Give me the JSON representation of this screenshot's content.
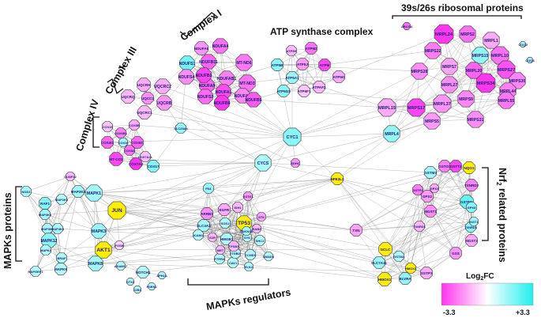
{
  "clusters": {
    "complex_i": "Complex I",
    "complex_iii": "Complex III",
    "complex_iv": "Complex IV",
    "atp_synthase": "ATP synthase complex",
    "ribosomal": "39s/26s ribosomal proteins",
    "mapks_proteins": "MAPKs proteins",
    "mapks_regulators": "MAPKs regulators",
    "nrf2_prefix": "Nrf",
    "nrf2_sub": "2",
    "nrf2_suffix": " related proteins"
  },
  "legend": {
    "title": "Log",
    "title_sub": "2",
    "title_suffix": "FC",
    "min_label": "-3.3",
    "max_label": "+3.3",
    "color_low": "#ff33ee",
    "color_mid": "#ffffff",
    "color_high": "#22eeee"
  },
  "nodes": [
    {
      "id": "NDUFA4",
      "fc": -2.0
    },
    {
      "id": "NDUFA6",
      "fc": -1.5
    },
    {
      "id": "NDUFB11",
      "fc": -2.2
    },
    {
      "id": "NDUFAB1",
      "fc": -1.8
    },
    {
      "id": "MT-ND6",
      "fc": -1.9
    },
    {
      "id": "NDUFS1",
      "fc": 1.8
    },
    {
      "id": "NDUFA1",
      "fc": -2.5
    },
    {
      "id": "NDUFS4",
      "fc": -1.6
    },
    {
      "id": "NDUFA9",
      "fc": -2.2
    },
    {
      "id": "NDUFB3",
      "fc": -2.6
    },
    {
      "id": "MT-ND3",
      "fc": -2.0
    },
    {
      "id": "NDUFA5",
      "fc": -1.7
    },
    {
      "id": "NDUFS2",
      "fc": -2.1
    },
    {
      "id": "NDUFB8",
      "fc": -2.8
    },
    {
      "id": "NDUFB5",
      "fc": -2.3
    },
    {
      "id": "ATP5H",
      "fc": -1.0
    },
    {
      "id": "ATP5D",
      "fc": -2.0
    },
    {
      "id": "ATP5I",
      "fc": -2.6
    },
    {
      "id": "ATP5B",
      "fc": 1.5
    },
    {
      "id": "ATP5A1",
      "fc": 1.3
    },
    {
      "id": "ATP5O",
      "fc": -1.2
    },
    {
      "id": "ATPAF2",
      "fc": -1.0
    },
    {
      "id": "ATP5J",
      "fc": -1.4
    },
    {
      "id": "ATP5G3",
      "fc": 1.5
    },
    {
      "id": "ATP5F1",
      "fc": -0.8
    },
    {
      "id": "UQCRH",
      "fc": -1.2
    },
    {
      "id": "UQCRQ",
      "fc": -1.0
    },
    {
      "id": "UQCRC2",
      "fc": -1.2
    },
    {
      "id": "UQCC2",
      "fc": -1.6
    },
    {
      "id": "UQCRB",
      "fc": -1.5
    },
    {
      "id": "UQCRC1",
      "fc": -1.0
    },
    {
      "id": "SLC25A4",
      "fc": 1.4
    },
    {
      "id": "COX15",
      "fc": -0.8
    },
    {
      "id": "COX6B1",
      "fc": -1.8
    },
    {
      "id": "COX5B",
      "fc": -1.2
    },
    {
      "id": "COX4I1",
      "fc": -2.2
    },
    {
      "id": "COX16",
      "fc": 1.2
    },
    {
      "id": "COX6C",
      "fc": -2.2
    },
    {
      "id": "COX8A",
      "fc": -2.0
    },
    {
      "id": "COX7A2L",
      "fc": -0.9
    },
    {
      "id": "MT-CO2",
      "fc": -2.6
    },
    {
      "id": "COX7A2",
      "fc": -2.9
    },
    {
      "id": "COX17",
      "fc": 1.6
    },
    {
      "id": "CYC1",
      "fc": 1.5
    },
    {
      "id": "CYCS",
      "fc": 1.1
    },
    {
      "id": "SDHC",
      "fc": -1.5
    },
    {
      "id": "MRPL24",
      "fc": -2.8
    },
    {
      "id": "MRPS2",
      "fc": -2.0
    },
    {
      "id": "MRPL1",
      "fc": -1.2
    },
    {
      "id": "MRPS22",
      "fc": -1.8
    },
    {
      "id": "MRPL10",
      "fc": -2.0
    },
    {
      "id": "MRPS7",
      "fc": -1.3
    },
    {
      "id": "MRPS15",
      "fc": 1.4
    },
    {
      "id": "MRPS27",
      "fc": -2.4
    },
    {
      "id": "MRPS28",
      "fc": -1.6
    },
    {
      "id": "MRPL20",
      "fc": -2.2
    },
    {
      "id": "MRPS34",
      "fc": -2.8
    },
    {
      "id": "MRPS30",
      "fc": -1.7
    },
    {
      "id": "MRPL27",
      "fc": -1.6
    },
    {
      "id": "MRPL44",
      "fc": -1.8
    },
    {
      "id": "MRPL37",
      "fc": -1.5
    },
    {
      "id": "MRPS9",
      "fc": -1.7
    },
    {
      "id": "MRPL15",
      "fc": -1.2
    },
    {
      "id": "MRPL55",
      "fc": -1.9
    },
    {
      "id": "MRPS17",
      "fc": -2.6
    },
    {
      "id": "MRPS5",
      "fc": -1.4
    },
    {
      "id": "MRPS31",
      "fc": -1.6
    },
    {
      "id": "MRPL4",
      "fc": 1.4
    },
    {
      "id": "ABCG4",
      "fc": -2.0
    },
    {
      "id": "COQ9",
      "fc": 1.0
    },
    {
      "id": "COQ6",
      "fc": 1.2
    },
    {
      "id": "NFE2L2",
      "fc": 0,
      "hl": true
    },
    {
      "id": "NQO1",
      "fc": 0,
      "hl": true
    },
    {
      "id": "GCLC",
      "fc": 0,
      "hl": true
    },
    {
      "id": "HMOX1",
      "fc": 0,
      "hl": true
    },
    {
      "id": "HMOX2",
      "fc": 0,
      "hl": true
    },
    {
      "id": "GSTM3",
      "fc": 1.2
    },
    {
      "id": "GSTO1",
      "fc": -1.8
    },
    {
      "id": "GSTT2",
      "fc": -2.6
    },
    {
      "id": "TXNRD2",
      "fc": -1.8
    },
    {
      "id": "GSTM1",
      "fc": 2.0
    },
    {
      "id": "GPX2",
      "fc": -1.4
    },
    {
      "id": "GPX8",
      "fc": 1.5
    },
    {
      "id": "TXNRD1",
      "fc": -1.0
    },
    {
      "id": "MGST1",
      "fc": -1.6
    },
    {
      "id": "TXNRD3",
      "fc": 1.5
    },
    {
      "id": "MGST2",
      "fc": -1.2
    },
    {
      "id": "GSS",
      "fc": -1.5
    },
    {
      "id": "GSTP1",
      "fc": -1.2
    },
    {
      "id": "TXN",
      "fc": -1.3
    },
    {
      "id": "SLC7A11",
      "fc": 1.3
    },
    {
      "id": "GSTM4",
      "fc": 1.0
    },
    {
      "id": "BLVRA",
      "fc": 1.4
    },
    {
      "id": "GGT1",
      "fc": 1.2
    },
    {
      "id": "GSTP2",
      "fc": -1.8
    },
    {
      "id": "GPX3",
      "fc": -1.2
    },
    {
      "id": "JUN",
      "fc": 0,
      "hl": true
    },
    {
      "id": "AKT1",
      "fc": 0,
      "hl": true
    },
    {
      "id": "TP53",
      "fc": 0,
      "hl": true
    },
    {
      "id": "MAPK1",
      "fc": 1.2
    },
    {
      "id": "MAP2K4",
      "fc": 1.2
    },
    {
      "id": "MAP2K3",
      "fc": 1.0
    },
    {
      "id": "MAPK3",
      "fc": 1.3
    },
    {
      "id": "MAP3K4",
      "fc": 1.2
    },
    {
      "id": "MAP3K5",
      "fc": 1.1
    },
    {
      "id": "MAPK12",
      "fc": 1.5
    },
    {
      "id": "RAF1",
      "fc": 1.6
    },
    {
      "id": "MAPK4",
      "fc": 1.0
    },
    {
      "id": "MAPK8",
      "fc": 1.2
    },
    {
      "id": "BRAF",
      "fc": 1.0
    },
    {
      "id": "MAP4K4",
      "fc": 1.1
    },
    {
      "id": "MAPK6",
      "fc": 1.0
    },
    {
      "id": "RAPGEF1",
      "fc": 1.0
    },
    {
      "id": "NOD1",
      "fc": 1.2
    },
    {
      "id": "DUSP12",
      "fc": -1.0
    },
    {
      "id": "FOSB",
      "fc": -0.6
    },
    {
      "id": "ADAM17",
      "fc": 1.0
    },
    {
      "id": "NOTCH1",
      "fc": 1.0
    },
    {
      "id": "DTX3",
      "fc": 1.0
    },
    {
      "id": "APH1A",
      "fc": 1.0
    },
    {
      "id": "CIB1",
      "fc": 1.0
    },
    {
      "id": "PSEN2",
      "fc": 1.0
    },
    {
      "id": "FN1",
      "fc": 1.3
    },
    {
      "id": "GSTK1",
      "fc": -1.4
    },
    {
      "id": "EGFR",
      "fc": -1.2
    },
    {
      "id": "IDH1",
      "fc": -1.0
    },
    {
      "id": "ARRB1",
      "fc": -1.6
    },
    {
      "id": "SOS1",
      "fc": 1.0
    },
    {
      "id": "SLC3A2",
      "fc": 1.2
    },
    {
      "id": "ICAM1",
      "fc": 1.0
    },
    {
      "id": "EZR",
      "fc": -1.0
    },
    {
      "id": "HMGB1",
      "fc": 1.0
    },
    {
      "id": "RAB2",
      "fc": -1.0
    },
    {
      "id": "STK",
      "fc": -1.3
    },
    {
      "id": "SYK",
      "fc": 1.0
    },
    {
      "id": "SHC1",
      "fc": 1.0
    },
    {
      "id": "CCND1",
      "fc": 1.0
    },
    {
      "id": "SMAD3",
      "fc": 1.0
    },
    {
      "id": "PTPRA",
      "fc": 1.0
    },
    {
      "id": "CAV1",
      "fc": 1.0
    },
    {
      "id": "ELK2",
      "fc": 1.0
    },
    {
      "id": "ITGB3",
      "fc": 1.0
    },
    {
      "id": "TP53I3",
      "fc": -1.0
    },
    {
      "id": "CDKN1A",
      "fc": 1.2
    },
    {
      "id": "MET",
      "fc": -1.0
    }
  ]
}
